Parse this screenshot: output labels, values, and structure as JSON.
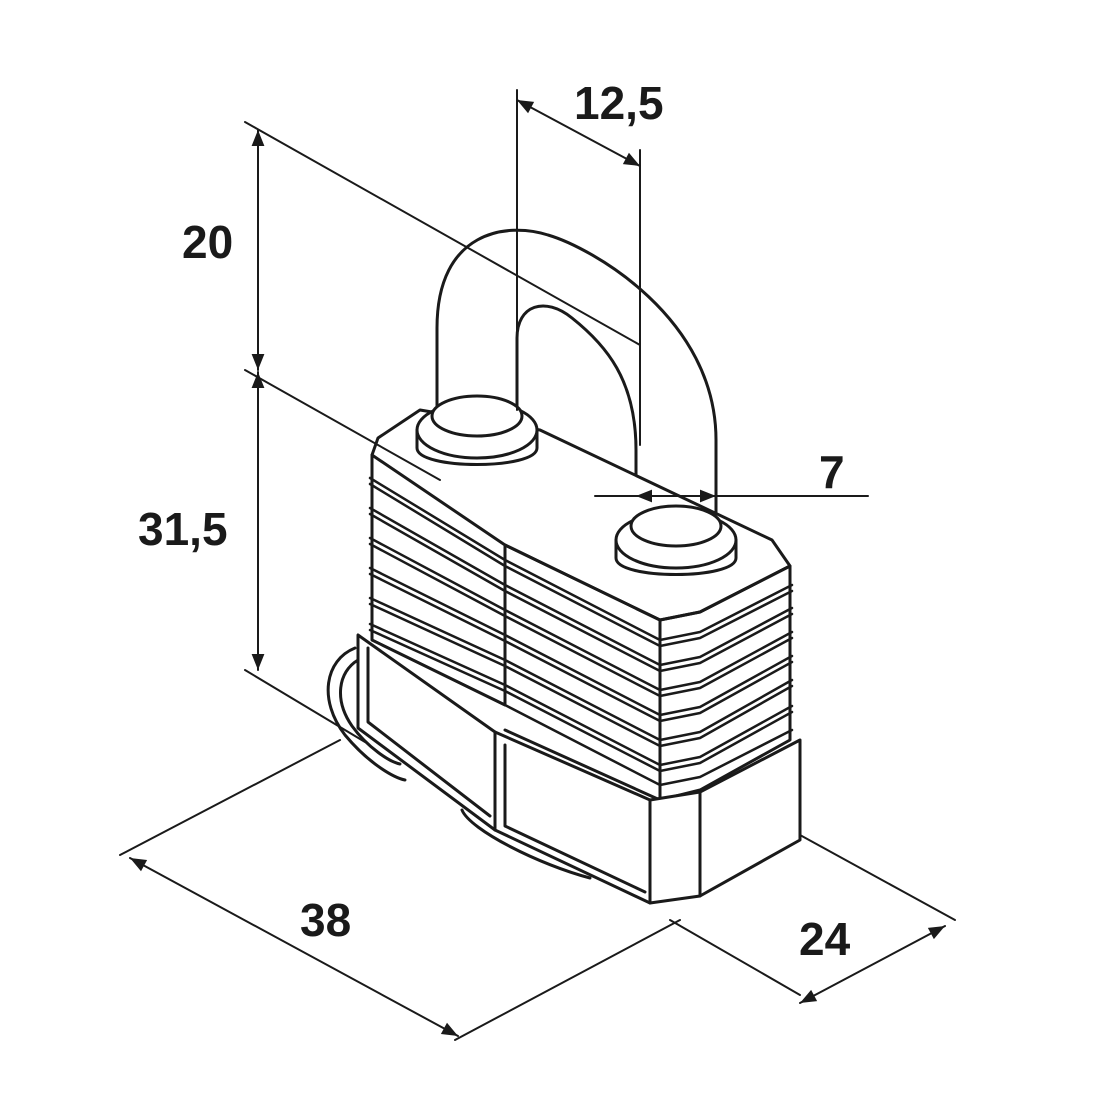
{
  "object": "padlock",
  "dimensions": {
    "shackle_width": "12,5",
    "shackle_height": "20",
    "body_height": "31,5",
    "shackle_diameter": "7",
    "body_width": "38",
    "body_depth": "24"
  },
  "colors": {
    "line": "#1a1a1a",
    "fill": "#ffffff"
  }
}
